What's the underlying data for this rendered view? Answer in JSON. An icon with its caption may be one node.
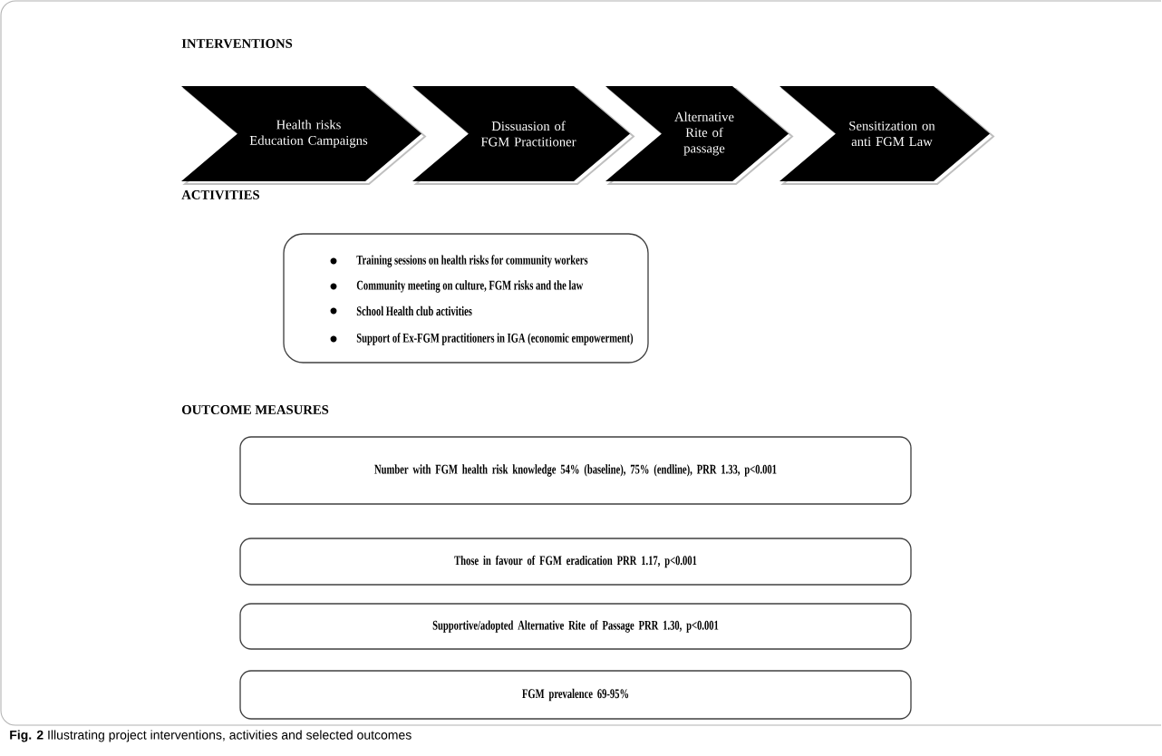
{
  "diagram": {
    "caption": "**Fig. 2** Illustrating project interventions, activities and selected outcomes",
    "nodes": [
      {
        "text": [
          "Health risks Education Campaigns"
        ]
      },
      {
        "text": [
          "Dissuasion of FGM Practitioner"
        ]
      },
      {
        "text": [
          "Alternative Rite of passage"
        ]
      },
      {
        "text": [
          "Sensitization on anti FGM Law"
        ]
      },
      {
        "text": [
          "Training sessions on health risks for community workers",
          "Community meeting on culture, FGM risks and the law",
          "School Health club activities",
          "Support of Ex-FGM practitioners in IGA (economic empowerment)"
        ]
      },
      {
        "text": [
          "Number with FGM health risk knowledge 54% (baseline), 75% (endline), PRR 1.33, p<0.001"
        ]
      },
      {
        "text": [
          "Those in favour of FGM eradication PRR 1.17, p<0.001"
        ]
      },
      {
        "text": [
          "Supportive/adopted Alternative Rite of Passage PRR 1.30, p<0.001"
        ]
      },
      {
        "text": [
          "FGM prevalence 69-95%"
        ]
      }
    ],
    "labels": [
      "INTERVENTIONS",
      "ACTIVITIES",
      "OUTCOME MEASURES"
    ]
  }
}
